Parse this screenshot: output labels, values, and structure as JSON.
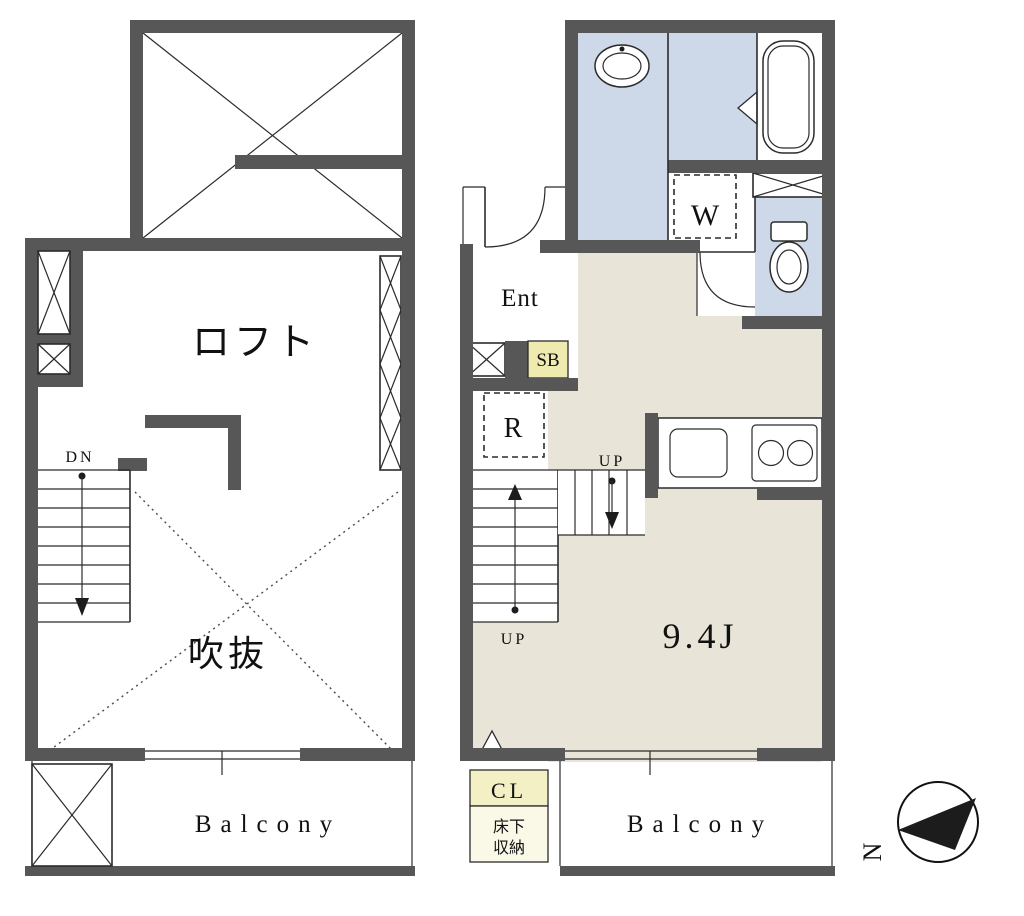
{
  "title": "apartment-floor-plan",
  "colors": {
    "wall": "#575757",
    "wet_area": "#cdd9e9",
    "main_room": "#e8e4d7",
    "shoe_box": "#eeeab0",
    "closet": "#f3f0c5",
    "underfloor": "#faf8e6"
  },
  "left_plan": {
    "loft_label": "ロフト",
    "void_label": "吹抜",
    "down_label": "DN",
    "balcony_label": "Balcony"
  },
  "right_plan": {
    "entrance_label": "Ent",
    "washer_label": "W",
    "shoe_box_label": "SB",
    "refrigerator_label": "R",
    "up_label_lower": "UP",
    "up_label_upper": "UP",
    "room_size_label": "9.4J",
    "closet_label": "CL",
    "underfloor_label_line1": "床下",
    "underfloor_label_line2": "収納",
    "balcony_label": "Balcony"
  },
  "compass": {
    "north_label": "N"
  }
}
